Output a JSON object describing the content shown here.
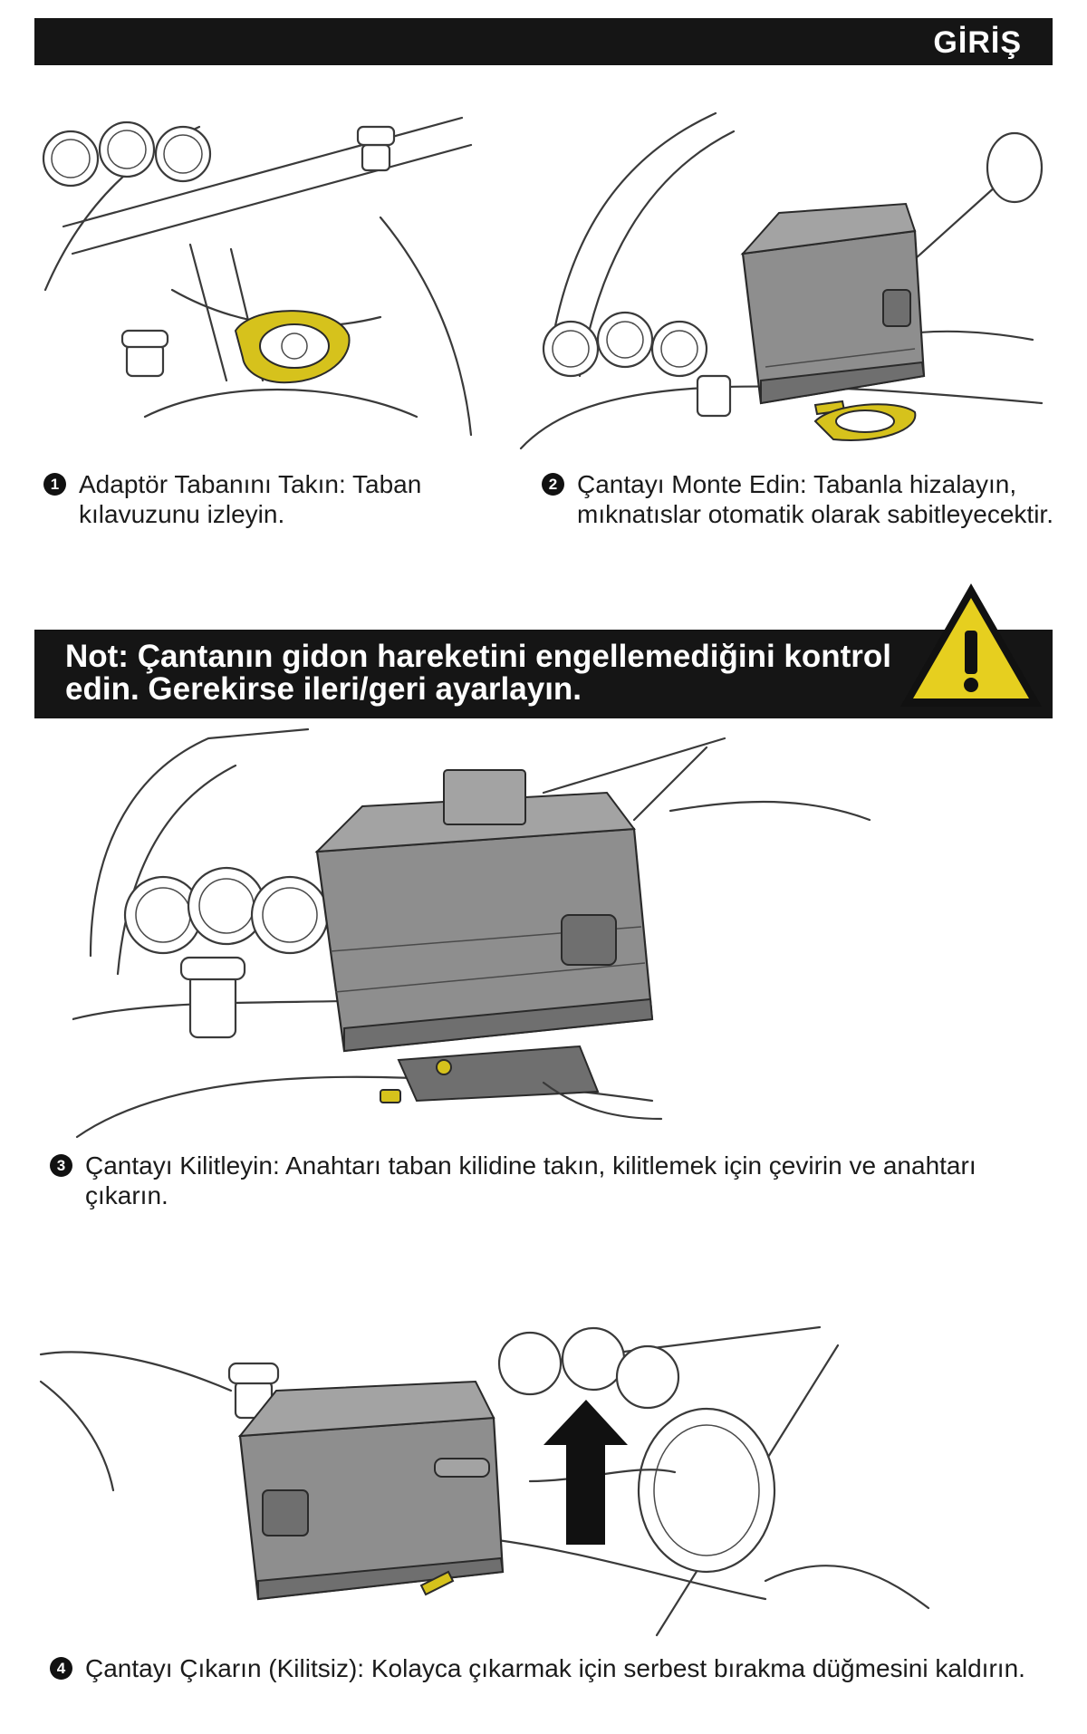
{
  "header": {
    "title": "GİRİŞ"
  },
  "steps": [
    {
      "number": "1",
      "text": "Adaptör Tabanını Takın: Taban kılavuzunu izleyin."
    },
    {
      "number": "2",
      "text": "Çantayı Monte Edin: Tabanla hizalayın, mıknatıslar otomatik olarak sabitleyecektir."
    },
    {
      "number": "3",
      "text": "Çantayı Kilitleyin: Anahtarı taban kilidine takın, kilitlemek için çevirin ve anahtarı çıkarın."
    },
    {
      "number": "4",
      "text": "Çantayı Çıkarın (Kilitsiz): Kolayca çıkarmak için serbest bırakma düğmesini kaldırın."
    }
  ],
  "note": {
    "text": "Not: Çantanın gidon hareketini engellemediğini kontrol edin. Gerekirse ileri/geri ayarlayın."
  },
  "icons": {
    "warning": "warning-triangle-icon",
    "arrow": "up-arrow-icon"
  },
  "colors": {
    "bar": "#151515",
    "accent_yellow": "#e6cf1f",
    "bag_gray": "#8e8e8e"
  }
}
